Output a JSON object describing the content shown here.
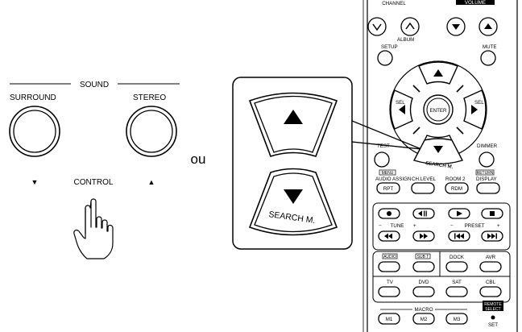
{
  "left_panel": {
    "group_label": "SOUND",
    "surround_label": "SURROUND",
    "stereo_label": "STEREO",
    "down_arrow": "▼",
    "up_arrow": "▲",
    "control_label": "CONTROL"
  },
  "or_label": "ou",
  "zoom_panel": {
    "search_label": "SEARCH M."
  },
  "remote": {
    "channel_label": "CHANNEL",
    "volume_label": "VOLUME",
    "album_label": "ALBUM",
    "setup_label": "SETUP",
    "mute_label": "MUTE",
    "sel_left_label": "SEL",
    "sel_right_label": "SEL",
    "enter_label": "ENTER",
    "test_label": "TEST",
    "dimmer_label": "DIMMER",
    "search_label": "SEARCH M.",
    "menu_label": "MENU",
    "return_label": "RETURN",
    "audio_assign_label": "AUDIO ASSIGN",
    "ch_level_label": "CH.LEVEL",
    "room2_label": "ROOM 2",
    "display_label": "DISPLAY",
    "rpt_label": "RPT",
    "rdm_label": "RDM",
    "tune_label": "TUNE",
    "preset_label": "PRESET",
    "minus_label": "−",
    "plus_label": "+",
    "audio_label": "AUDIO",
    "subt_label": "SUB T",
    "dock_label": "DOCK",
    "avr_label": "AVR",
    "tv_label": "TV",
    "dvd_label": "DVD",
    "sat_label": "SAT",
    "cbl_label": "CBL",
    "macro_label": "MACRO",
    "m1_label": "M1",
    "m2_label": "M2",
    "m3_label": "M3",
    "remote_select_line1": "REMOTE",
    "remote_select_line2": "SELECT",
    "set_label": "SET"
  }
}
